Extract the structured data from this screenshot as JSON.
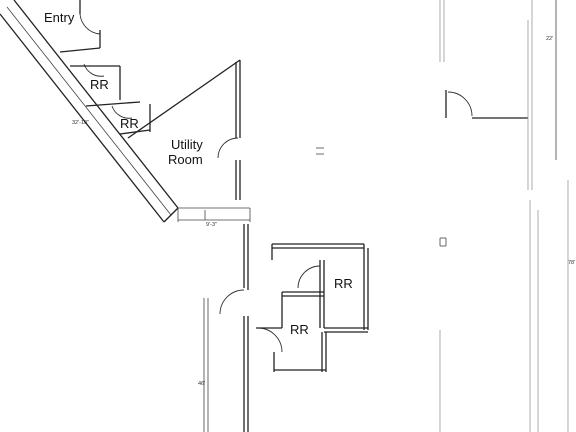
{
  "rooms": {
    "entry": "Entry",
    "rr_upper_1": "RR",
    "rr_upper_2": "RR",
    "utility_line1": "Utility",
    "utility_line2": "Room",
    "rr_lower_right": "RR",
    "rr_lower_left": "RR"
  },
  "dimensions": {
    "diagonal_wall": "32'-10\"",
    "opening_width": "9'-3\"",
    "corridor_length": "46'",
    "right_top": "22'",
    "right_side": "78'"
  }
}
